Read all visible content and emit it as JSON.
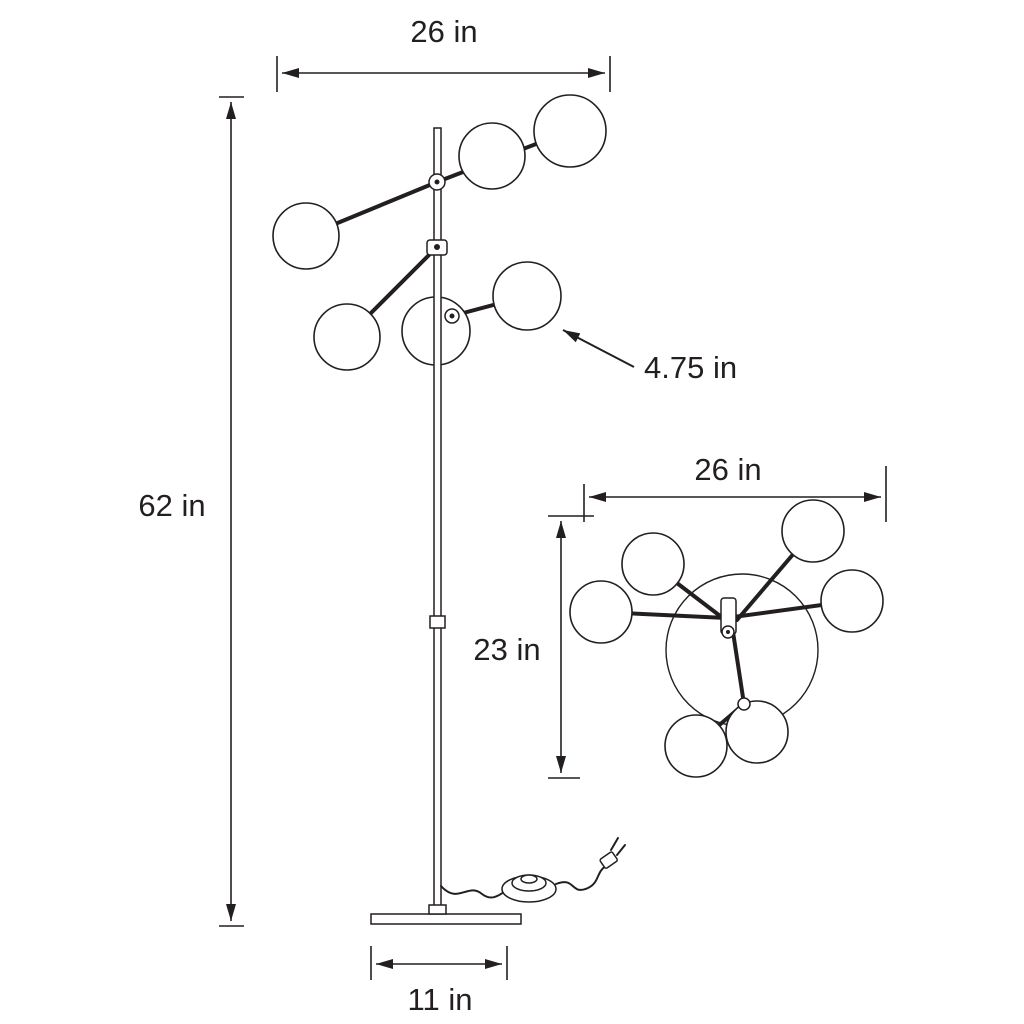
{
  "diagram": {
    "title": "floor-lamp-dimension-drawing",
    "side_view": {
      "width_label": "26 in",
      "height_label": "62 in",
      "globe_label": "4.75 in",
      "base_label": "11 in"
    },
    "top_view": {
      "width_label": "26 in",
      "depth_label": "23 in"
    }
  },
  "colors": {
    "line": "#231f20",
    "background": "#ffffff"
  }
}
